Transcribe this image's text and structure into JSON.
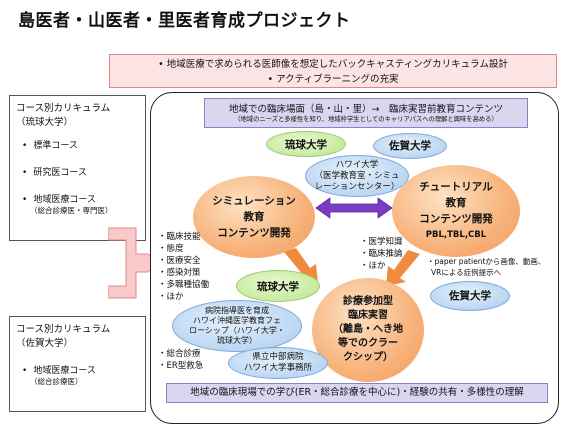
{
  "title": "島医者・山医者・里医者育成プロジェクト",
  "top_banner": {
    "line1": "•   地域医療で求められる医師像を想定したバックキャスティングカリキュラム設計",
    "line2": "•   アクティブラーニングの充実"
  },
  "left_box_ryukyu": {
    "heading1": "コース別カリキュラム",
    "heading2": "（琉球大学）",
    "items": [
      "標準コース",
      "研究医コース",
      "地域医療コース"
    ],
    "sub_note": "（総合診療医・専門医）"
  },
  "left_box_saga": {
    "heading1": "コース別カリキュラム",
    "heading2": "（佐賀大学）",
    "item": "地域医療コース",
    "sub_note": "（総合診療医）"
  },
  "header_box": {
    "line1": "地域での臨床場面（島・山・里）→　臨床実習前教育コンテンツ",
    "line2": "（地域のニーズと多様性を知り、地域枠学生としてのキャリアパスへの理解と興味を高める）"
  },
  "ellipses": {
    "ryukyu_top": "琉球大学",
    "saga_top": "佐賀大学",
    "hawaii_top": [
      "ハワイ大学",
      "（医学教育室・シミュ",
      "レーションセンター）"
    ],
    "simulation": [
      "シミュレーション",
      "教育",
      "コンテンツ開発"
    ],
    "tutorial": [
      "チュートリアル",
      "教育",
      "コンテンツ開発"
    ],
    "tutorial_sub": "PBL,TBL,CBL",
    "ryukyu_bottom": "琉球大学",
    "saga_bottom": "佐賀大学",
    "clinical": [
      "診療参加型",
      "臨床実習",
      "（離島・へき地",
      "等でのクラー",
      "クシップ）"
    ],
    "hospitalist": [
      "病院指導医を育成",
      "ハワイ沖縄医学教育フェ",
      "ローシップ（ハワイ大学・",
      "琉球大学）"
    ],
    "prefectural": [
      "県立中部病院",
      "ハワイ大学事務所"
    ]
  },
  "lists": {
    "left_skills": [
      "臨床技能",
      "態度",
      "医療安全",
      "感染対策",
      "多職種協働",
      "ほか"
    ],
    "right_knowledge": [
      "医学知識",
      "臨床推論",
      "ほか"
    ],
    "paper_note": [
      "・paper patientから画像、動画、",
      "VRによる症例提示へ"
    ],
    "bottom_left": [
      "総合診療",
      "ER型救急"
    ]
  },
  "footer": "地域の臨床現場での学び(ER・総合診療を中心に)・経験の共有・多様性の理解",
  "colors": {
    "orange_arrow": "#f08a3c",
    "purple_arrow": "#7a3cc2",
    "pink_arrow": "#f7b5b5"
  }
}
